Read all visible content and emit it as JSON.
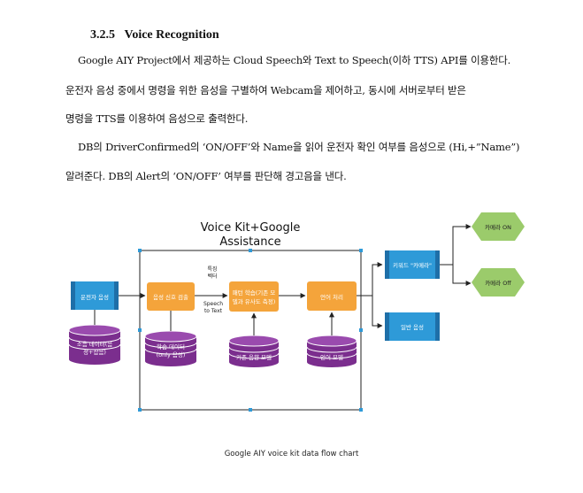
{
  "section": {
    "number": "3.2.5",
    "title": "Voice Recognition"
  },
  "paragraphs": [
    "Google AIY Project에서 제공하는 Cloud Speech와 Text to Speech(이하 TTS) API를 이용한다.",
    "운전자 음성 중에서 명령을 위한 음성을 구별하여 Webcam을 제어하고, 동시에 서버로부터 받은",
    "명령을 TTS를 이용하여 음성으로 출력한다.",
    "DB의 DriverConfirmed의 ‘ON/OFF’와 Name을 읽어 운전자 확인 여부를 음성으로 (Hi,+”Name”)",
    "알려준다. DB의 Alert의 ‘ON/OFF’ 여부를 판단해 경고음을 낸다."
  ],
  "diagram": {
    "title_line1": "Voice Kit+Google",
    "title_line2": "Assistance",
    "driver_voice": "운전자 음성",
    "noise_db_line1": "소음 데이터(음",
    "noise_db_line2": "성+잡음)",
    "signal_detect": "음성 신호 검출",
    "learn_db_line1": "학습 데이터",
    "learn_db_line2": "(only 음성)",
    "feature_label_line1": "특징",
    "feature_label_line2": "벡터",
    "pattern_line1": "패턴 학습(기존 모",
    "pattern_line2": "델과 유사도 측정)",
    "speech_to_text_line1": "Speech",
    "speech_to_text_line2": "to Text",
    "acoustic_model": "기존 음향 모델",
    "language_process": "언어 처리",
    "language_model": "언어 모델",
    "keyword": "키워드 \"카메라\"",
    "normal_voice": "일반 음성",
    "camera_on": "카메라 ON",
    "camera_off": "카메라 Off"
  },
  "caption": "Google AIY voice kit data flow chart",
  "colors": {
    "blue": "#2E9AD8",
    "orange": "#F4A43B",
    "purple": "#7B2E8E",
    "green": "#9BCB6B"
  }
}
